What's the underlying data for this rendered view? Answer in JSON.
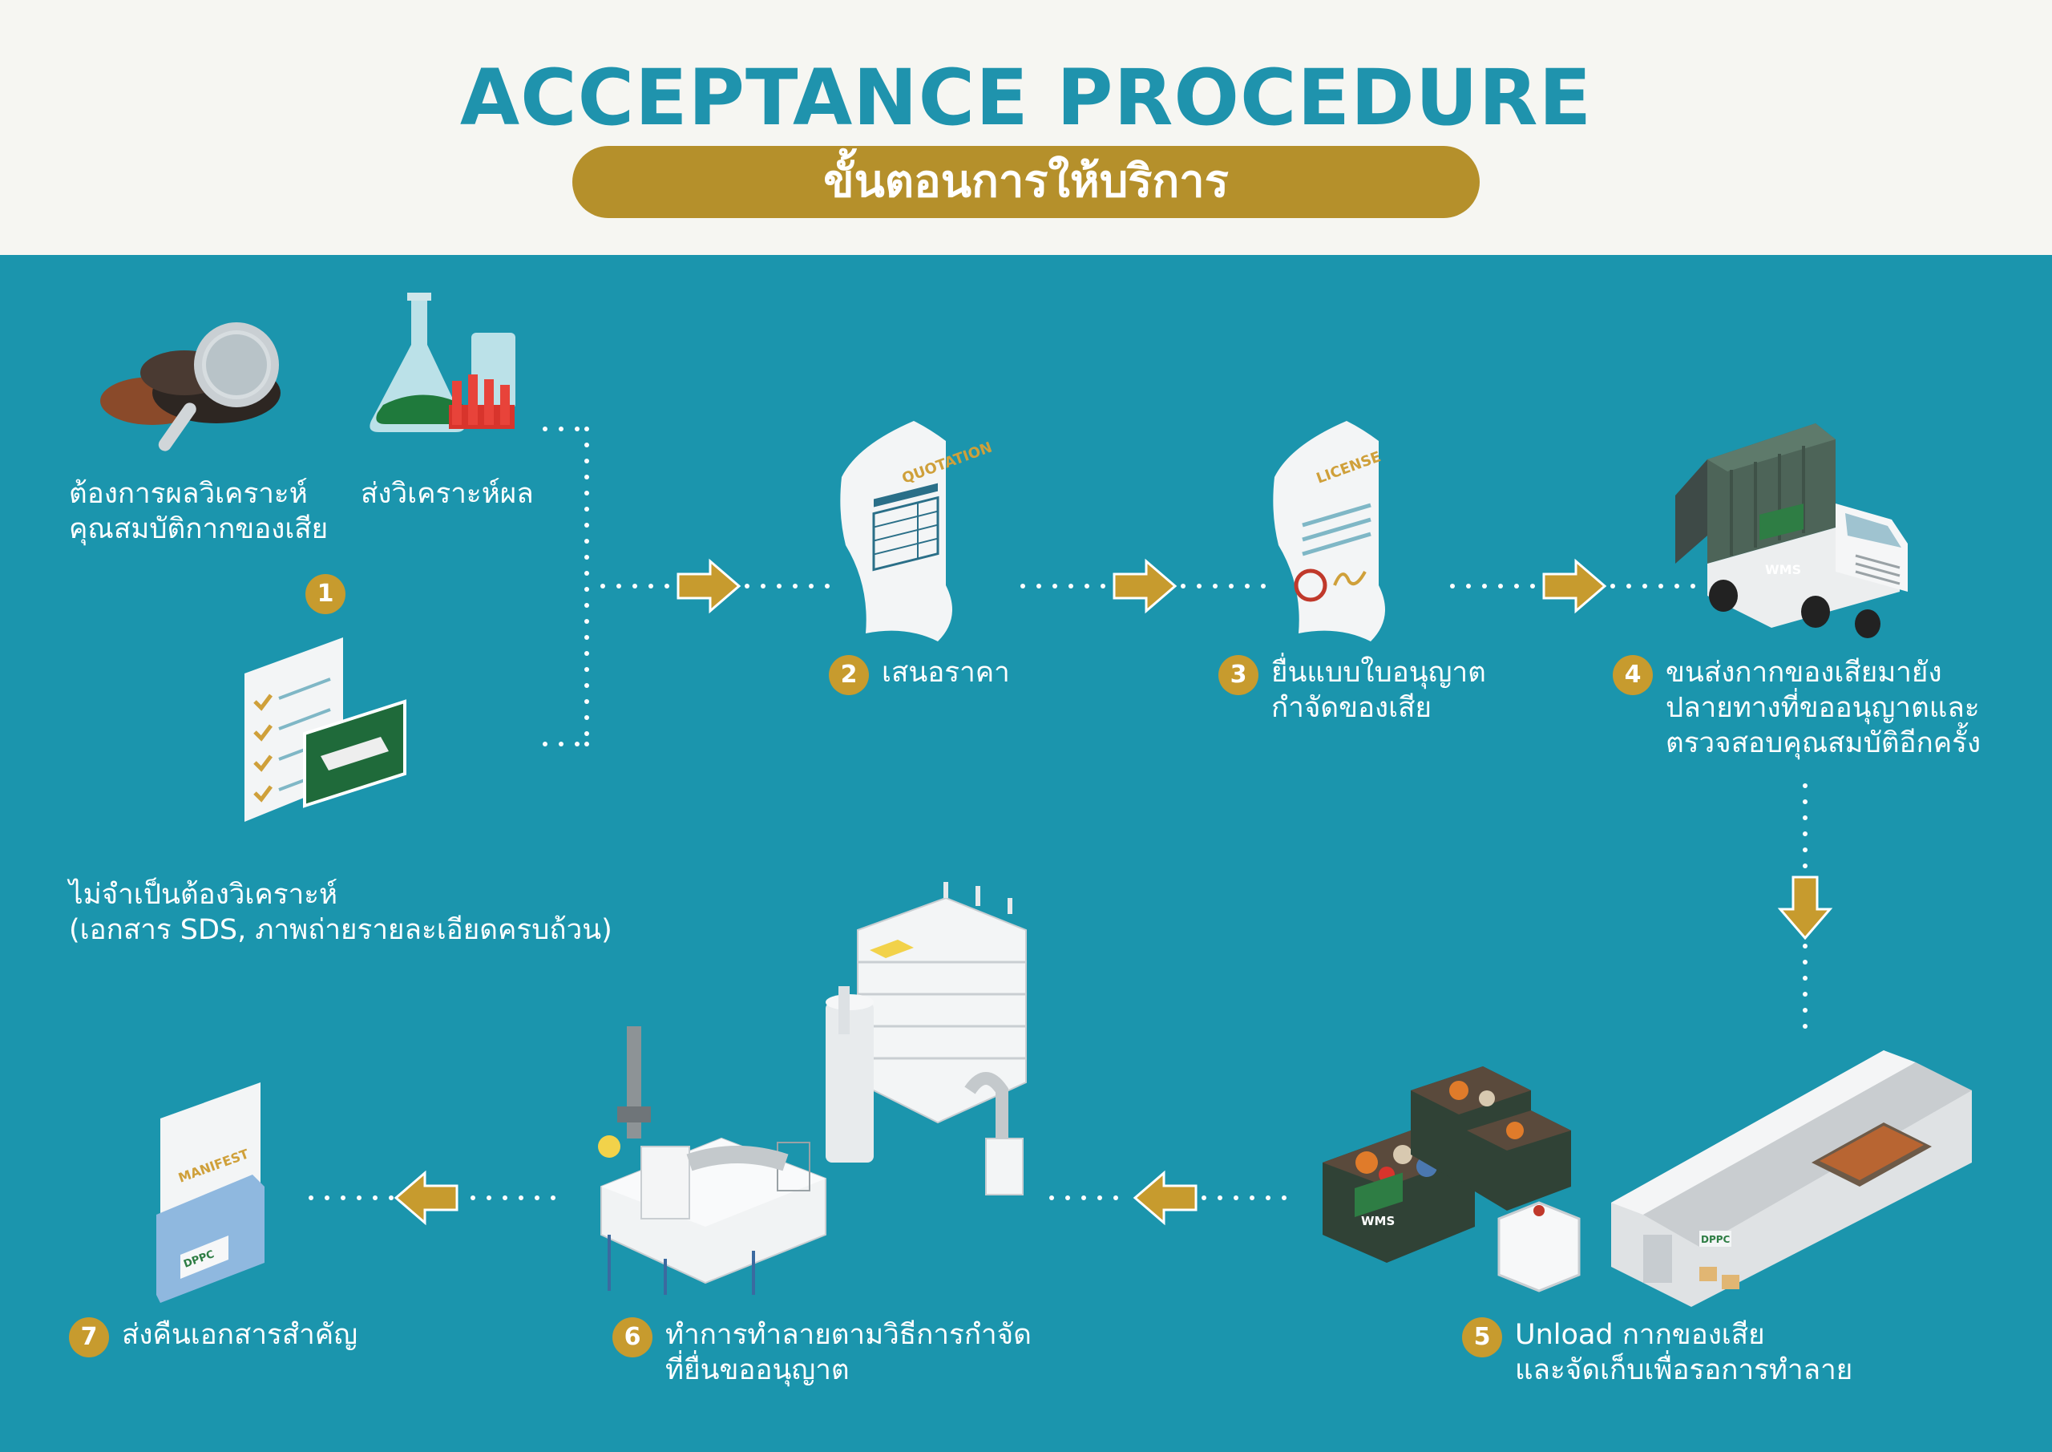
{
  "header": {
    "title": "ACCEPTANCE PROCEDURE",
    "subtitle": "ขั้นตอนการให้บริการ"
  },
  "colors": {
    "teal_background": "#1b95ad",
    "title_teal": "#1f93ad",
    "gold_accent": "#b5902b",
    "header_background": "#f6f6f2"
  },
  "steps": {
    "step1": {
      "number": "1",
      "option_a": [
        "ต้องการผลวิเคราะห์",
        "คุณสมบัติกากของเสีย"
      ],
      "option_b": [
        "ส่งวิเคราะห์ผล"
      ],
      "option_c": [
        "ไม่จำเป็นต้องวิเคราะห์",
        "(เอกสาร SDS, ภาพถ่ายรายละเอียดครบถ้วน)"
      ]
    },
    "step2": {
      "number": "2",
      "lines": [
        "เสนอราคา"
      ],
      "doc_title": "QUOTATION"
    },
    "step3": {
      "number": "3",
      "lines": [
        "ยื่นแบบใบอนุญาต",
        "กำจัดของเสีย"
      ],
      "doc_title": "LICENSE"
    },
    "step4": {
      "number": "4",
      "lines": [
        "ขนส่งกากของเสียมายัง",
        "ปลายทางที่ขออนุญาตและ",
        "ตรวจสอบคุณสมบัติอีกครั้ง"
      ],
      "truck_logo": "WMS"
    },
    "step5": {
      "number": "5",
      "lines": [
        "Unload กากของเสีย",
        "และจัดเก็บเพื่อรอการทำลาย"
      ],
      "bin_logo": "WMS",
      "warehouse_sign": "DPPC"
    },
    "step6": {
      "number": "6",
      "lines": [
        "ทำการทำลายตามวิธีการกำจัด",
        "ที่ยื่นขออนุญาต"
      ]
    },
    "step7": {
      "number": "7",
      "lines": [
        "ส่งคืนเอกสารสำคัญ"
      ],
      "doc_title": "MANIFEST",
      "folder_logo": "DPPC"
    }
  },
  "icons": [
    "soil-magnifier-icon",
    "lab-flask-icon",
    "checklist-document-icon",
    "quotation-document-icon",
    "license-document-icon",
    "waste-truck-icon",
    "waste-storage-icon",
    "incinerator-plant-icon",
    "manifest-folder-icon",
    "arrow-right-icon",
    "arrow-down-icon",
    "arrow-left-icon"
  ]
}
